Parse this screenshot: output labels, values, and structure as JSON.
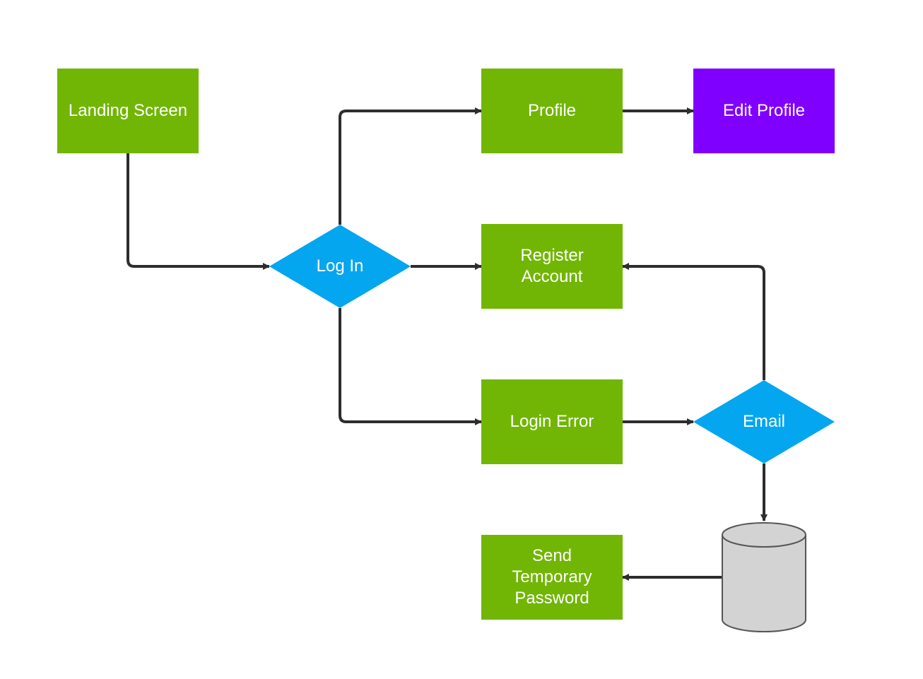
{
  "colors": {
    "process": "#71b604",
    "decision": "#03a6ef",
    "highlight": "#8000ff",
    "database_fill": "#d3d3d3",
    "database_stroke": "#555555",
    "connector": "#2d2d2d",
    "text": "#ffffff"
  },
  "nodes": {
    "landing_screen": {
      "label": "Landing Screen"
    },
    "log_in": {
      "label": "Log In"
    },
    "profile": {
      "label": "Profile"
    },
    "edit_profile": {
      "label": "Edit Profile"
    },
    "register_account": {
      "label": "Register\nAccount"
    },
    "login_error": {
      "label": "Login Error"
    },
    "email": {
      "label": "Email"
    },
    "send_temporary_password": {
      "label": "Send\nTemporary\nPassword"
    }
  }
}
